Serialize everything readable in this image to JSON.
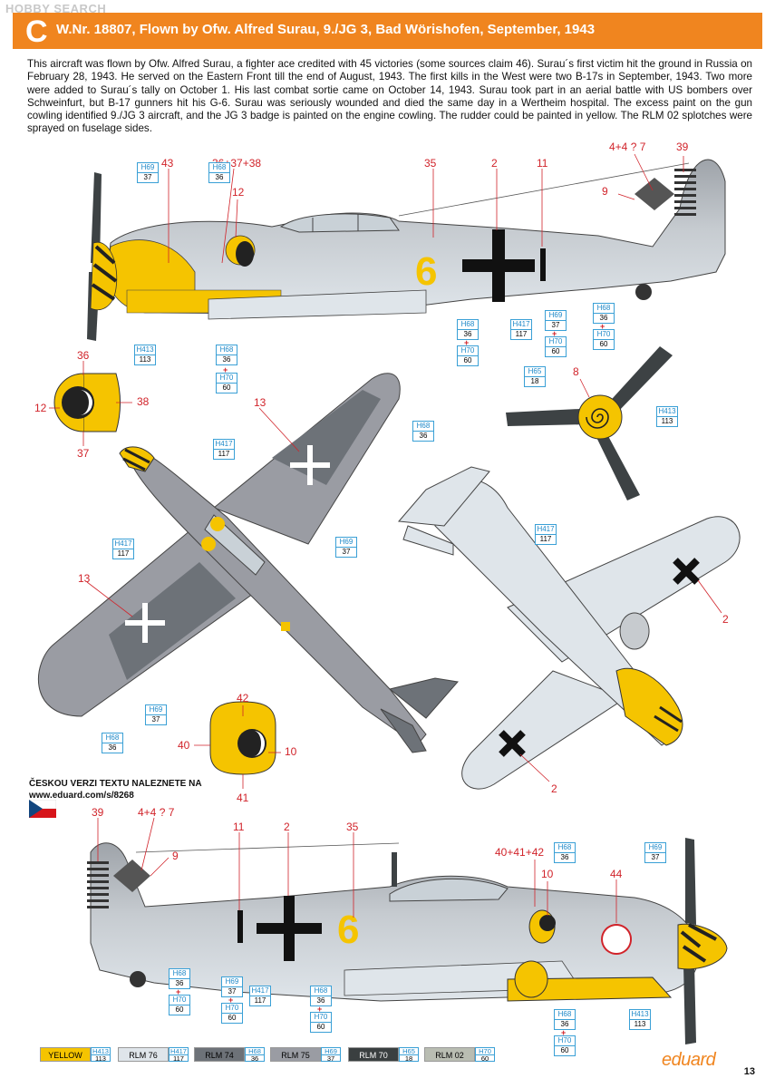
{
  "watermark": "HOBBY SEARCH",
  "header": {
    "letter": "C",
    "title": "W.Nr. 18807, Flown by Ofw. Alfred Surau, 9./JG 3, Bad Wörishofen, September, 1943"
  },
  "description": "This aircraft was flown by Ofw. Alfred Surau, a fighter ace credited with 45 victories (some sources claim 46). Surau´s first victim hit the ground in Russia on February 28, 1943. He served on the Eastern Front till the end of August, 1943. The first kills in the West were two B-17s in September, 1943. Two more were added to Surau´s tally on October 1. His last combat sortie came on October 14, 1943. Surau took part in an aerial battle with US bombers over Schweinfurt, but B-17 gunners hit his G-6. Surau was seriously wounded and died the same day in a Wertheim hospital. The excess paint on the gun cowling identified 9./JG 3 aircraft, and the JG 3 badge is painted on the engine cowling. The rudder could be painted in yellow. The RLM 02 splotches were sprayed on fuselage sides.",
  "czech": {
    "line1": "ČESKOU VERZI TEXTU NALEZNETE NA",
    "line2": "www.eduard.com/s/8268"
  },
  "decal_numbers": {
    "side1": [
      "43",
      "36+37+38",
      "12",
      "35",
      "2",
      "11",
      "4+4 ? 7",
      "39",
      "9"
    ],
    "spinner": [
      "36",
      "12",
      "38",
      "37"
    ],
    "top": [
      "13",
      "13"
    ],
    "cowl": [
      "42",
      "40",
      "10",
      "41"
    ],
    "prop": "8",
    "bottom": [
      "2",
      "2"
    ],
    "side2": [
      "39",
      "4+4 ? 7",
      "9",
      "11",
      "2",
      "35",
      "40+41+42",
      "10",
      "44"
    ]
  },
  "paint_codes": {
    "h69": [
      "H69",
      "37"
    ],
    "h68": [
      "H68",
      "36"
    ],
    "h70": [
      "H70",
      "60"
    ],
    "h413": [
      "H413",
      "113"
    ],
    "h417": [
      "H417",
      "117"
    ],
    "h65": [
      "H65",
      "18"
    ]
  },
  "legend": [
    {
      "name": "YELLOW",
      "code1": "H413",
      "code2": "113",
      "color": "#f5c400",
      "text": "#000"
    },
    {
      "name": "RLM 76",
      "code1": "H417",
      "code2": "117",
      "color": "#dfe5ea",
      "text": "#000"
    },
    {
      "name": "RLM 74",
      "code1": "H68",
      "code2": "36",
      "color": "#6d7278",
      "text": "#000"
    },
    {
      "name": "RLM 75",
      "code1": "H69",
      "code2": "37",
      "color": "#9a9ca3",
      "text": "#000"
    },
    {
      "name": "RLM 70",
      "code1": "H65",
      "code2": "18",
      "color": "#3a3f40",
      "text": "#fff"
    },
    {
      "name": "RLM 02",
      "code1": "H70",
      "code2": "60",
      "color": "#b9bdb2",
      "text": "#000"
    }
  ],
  "brand": "eduard",
  "page_number": "13",
  "colors": {
    "header": "#f0851f",
    "accent_red": "#d1232a",
    "code_blue": "#3aa0d6"
  }
}
